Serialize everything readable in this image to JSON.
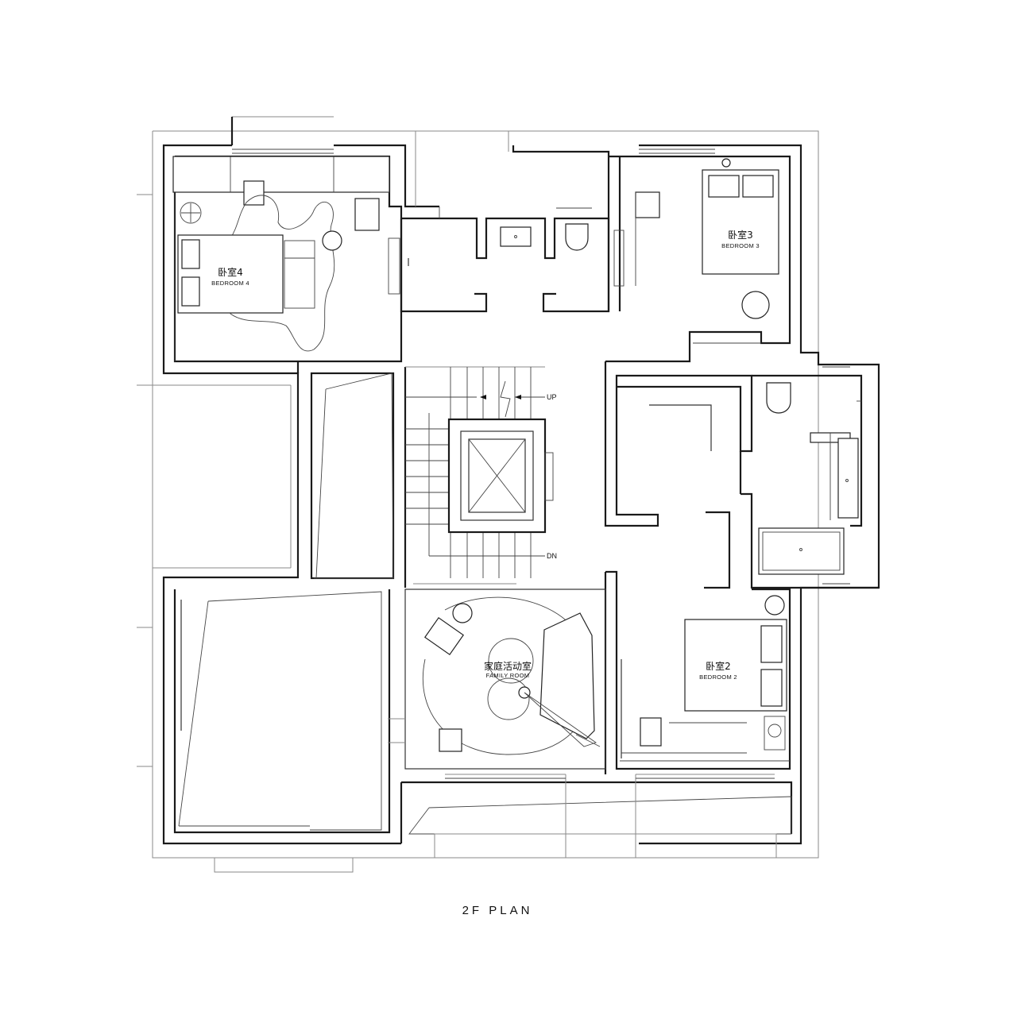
{
  "plan_title": "2F PLAN",
  "rooms": {
    "bedroom4": {
      "cn": "卧室4",
      "en": "BEDROOM 4"
    },
    "bedroom3": {
      "cn": "卧室3",
      "en": "BEDROOM 3"
    },
    "bedroom2": {
      "cn": "卧室2",
      "en": "BEDROOM 2"
    },
    "family_room": {
      "cn": "家庭活动室",
      "en": "FAMILY ROOM"
    }
  },
  "stairs": {
    "up": "UP",
    "down": "DN"
  }
}
